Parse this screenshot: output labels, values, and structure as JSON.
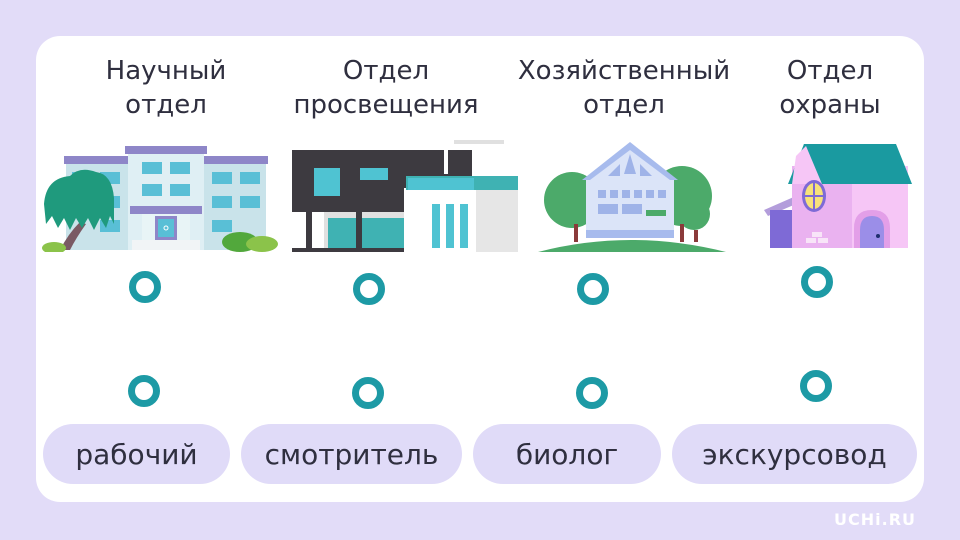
{
  "departments": [
    {
      "line1": "Научный",
      "line2": "отдел",
      "icon": "school-building-icon"
    },
    {
      "line1": "Отдел",
      "line2": "просвещения",
      "icon": "modern-building-icon"
    },
    {
      "line1": "Хозяйственный",
      "line2": "отдел",
      "icon": "cottage-icon"
    },
    {
      "line1": "Отдел",
      "line2": "охраны",
      "icon": "pink-house-icon"
    }
  ],
  "roles": [
    {
      "label": "рабочий"
    },
    {
      "label": "смотритель"
    },
    {
      "label": "биолог"
    },
    {
      "label": "экскурсовод"
    }
  ],
  "brand": {
    "logo": "UCHi.RU"
  },
  "colors": {
    "background": "#e2dcf8",
    "pill": "#e0dbf8",
    "connector": "#1d9aa5",
    "text": "#2f2f3f"
  }
}
